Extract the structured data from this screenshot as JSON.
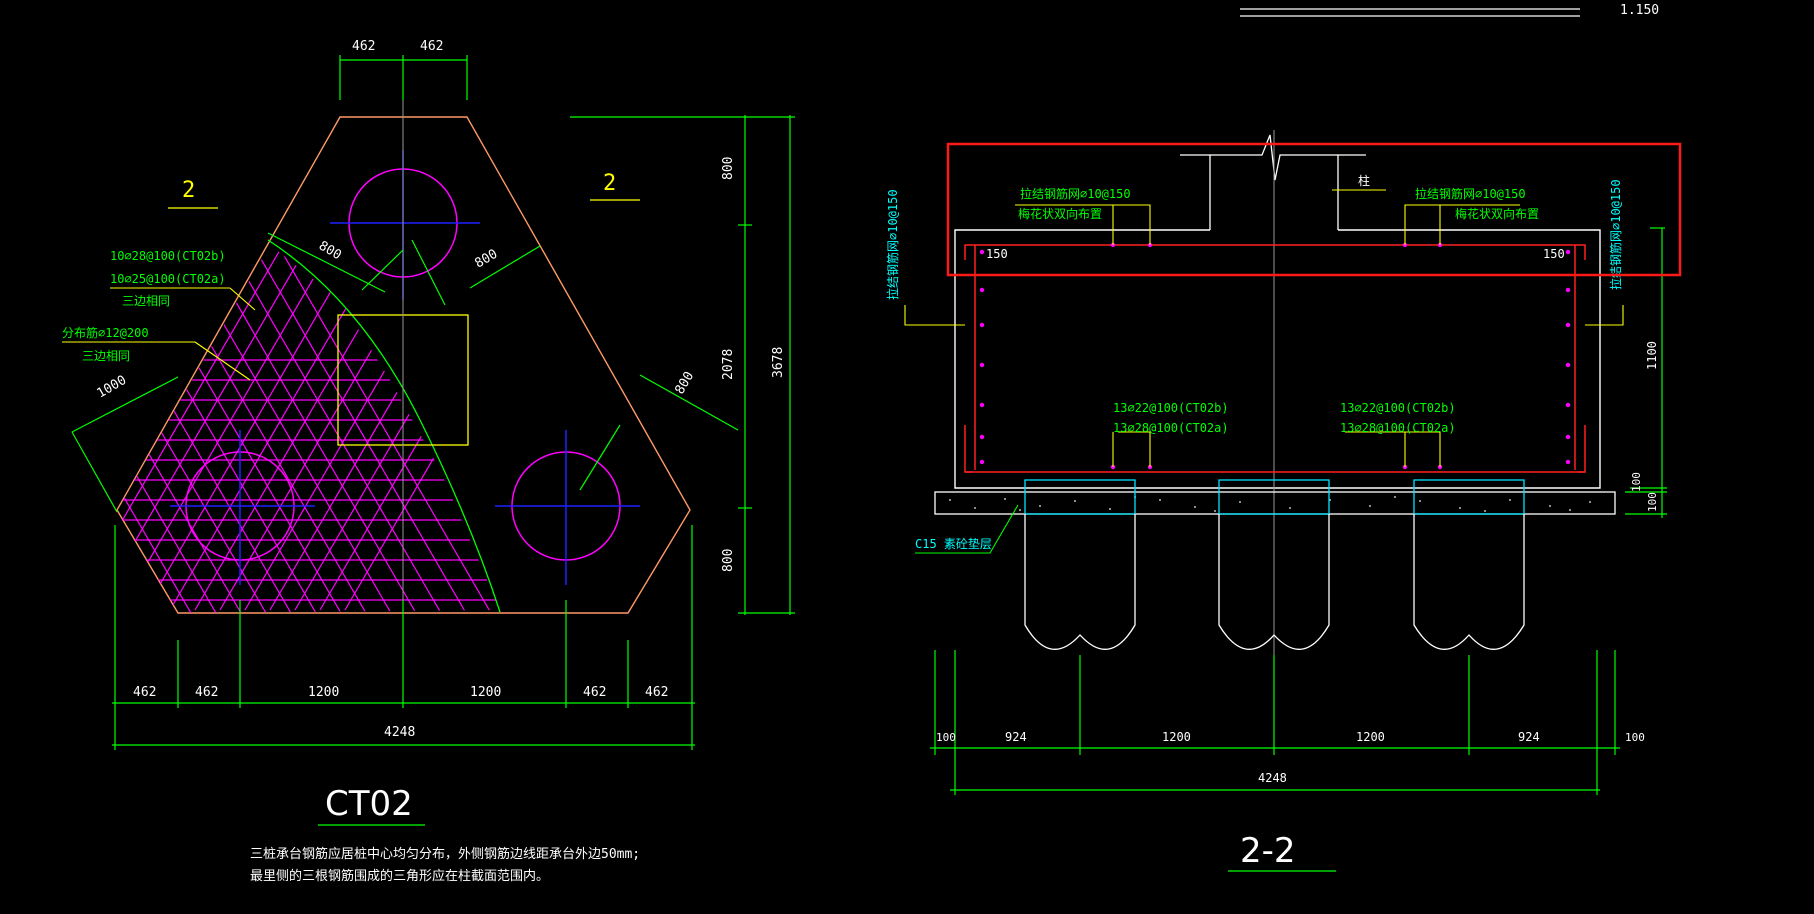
{
  "top_right_elevation": "1.150",
  "left_view": {
    "title": "CT02",
    "section_mark_left": "2",
    "section_mark_right": "2",
    "dims_top": [
      "462",
      "462"
    ],
    "dims_bottom": [
      "462",
      "462",
      "1200",
      "1200",
      "462",
      "462"
    ],
    "dim_total": "4248",
    "dims_right": [
      "800",
      "2078",
      "800"
    ],
    "dim_right_total": "3678",
    "dim_diag_1": "800",
    "dim_diag_2": "800",
    "dim_diag_3": "800",
    "dim_diag_4": "1000",
    "rebar_note_1": "10⌀28@100(CT02b)",
    "rebar_note_2": "10⌀25@100(CT02a)",
    "rebar_note_3": "三边相同",
    "rebar_note_4": "分布筋⌀12@200",
    "rebar_note_5": "三边相同",
    "note_line_1": "三桩承台钢筋应居桩中心均匀分布，外侧钢筋边线距承台外边50mm;",
    "note_line_2": "最里侧的三根钢筋围成的三角形应在柱截面范围内。"
  },
  "right_view": {
    "title": "2-2",
    "column_label": "柱",
    "top_note_left_1": "拉结钢筋网⌀10@150",
    "top_note_left_2": "梅花状双向布置",
    "top_note_right_1": "拉结钢筋网⌀10@150",
    "top_note_right_2": "梅花状双向布置",
    "side_note_left": "拉结钢筋网⌀10@150",
    "side_note_right": "拉结钢筋网⌀10@150",
    "cover_left": "150",
    "cover_right": "150",
    "bottom_note_left_1": "13⌀22@100(CT02b)",
    "bottom_note_left_2": "13⌀28@100(CT02a)",
    "bottom_note_right_1": "13⌀22@100(CT02b)",
    "bottom_note_right_2": "13⌀28@100(CT02a)",
    "pad_label": "C15 素砼垫层",
    "dim_height": "1100",
    "dim_cover": "100",
    "dim_pad": "100",
    "dims_bottom": [
      "100",
      "924",
      "1200",
      "1200",
      "924",
      "100"
    ],
    "dim_total": "4248"
  },
  "colors": {
    "background": "#000000",
    "dimension": "#00ff00",
    "outline": "#ff9966",
    "circle": "#ff00ff",
    "axis": "#0000ff",
    "rebar": "#ff00ff",
    "leader": "#ffff00",
    "note": "#00ffff",
    "highlight": "#ff0000"
  }
}
